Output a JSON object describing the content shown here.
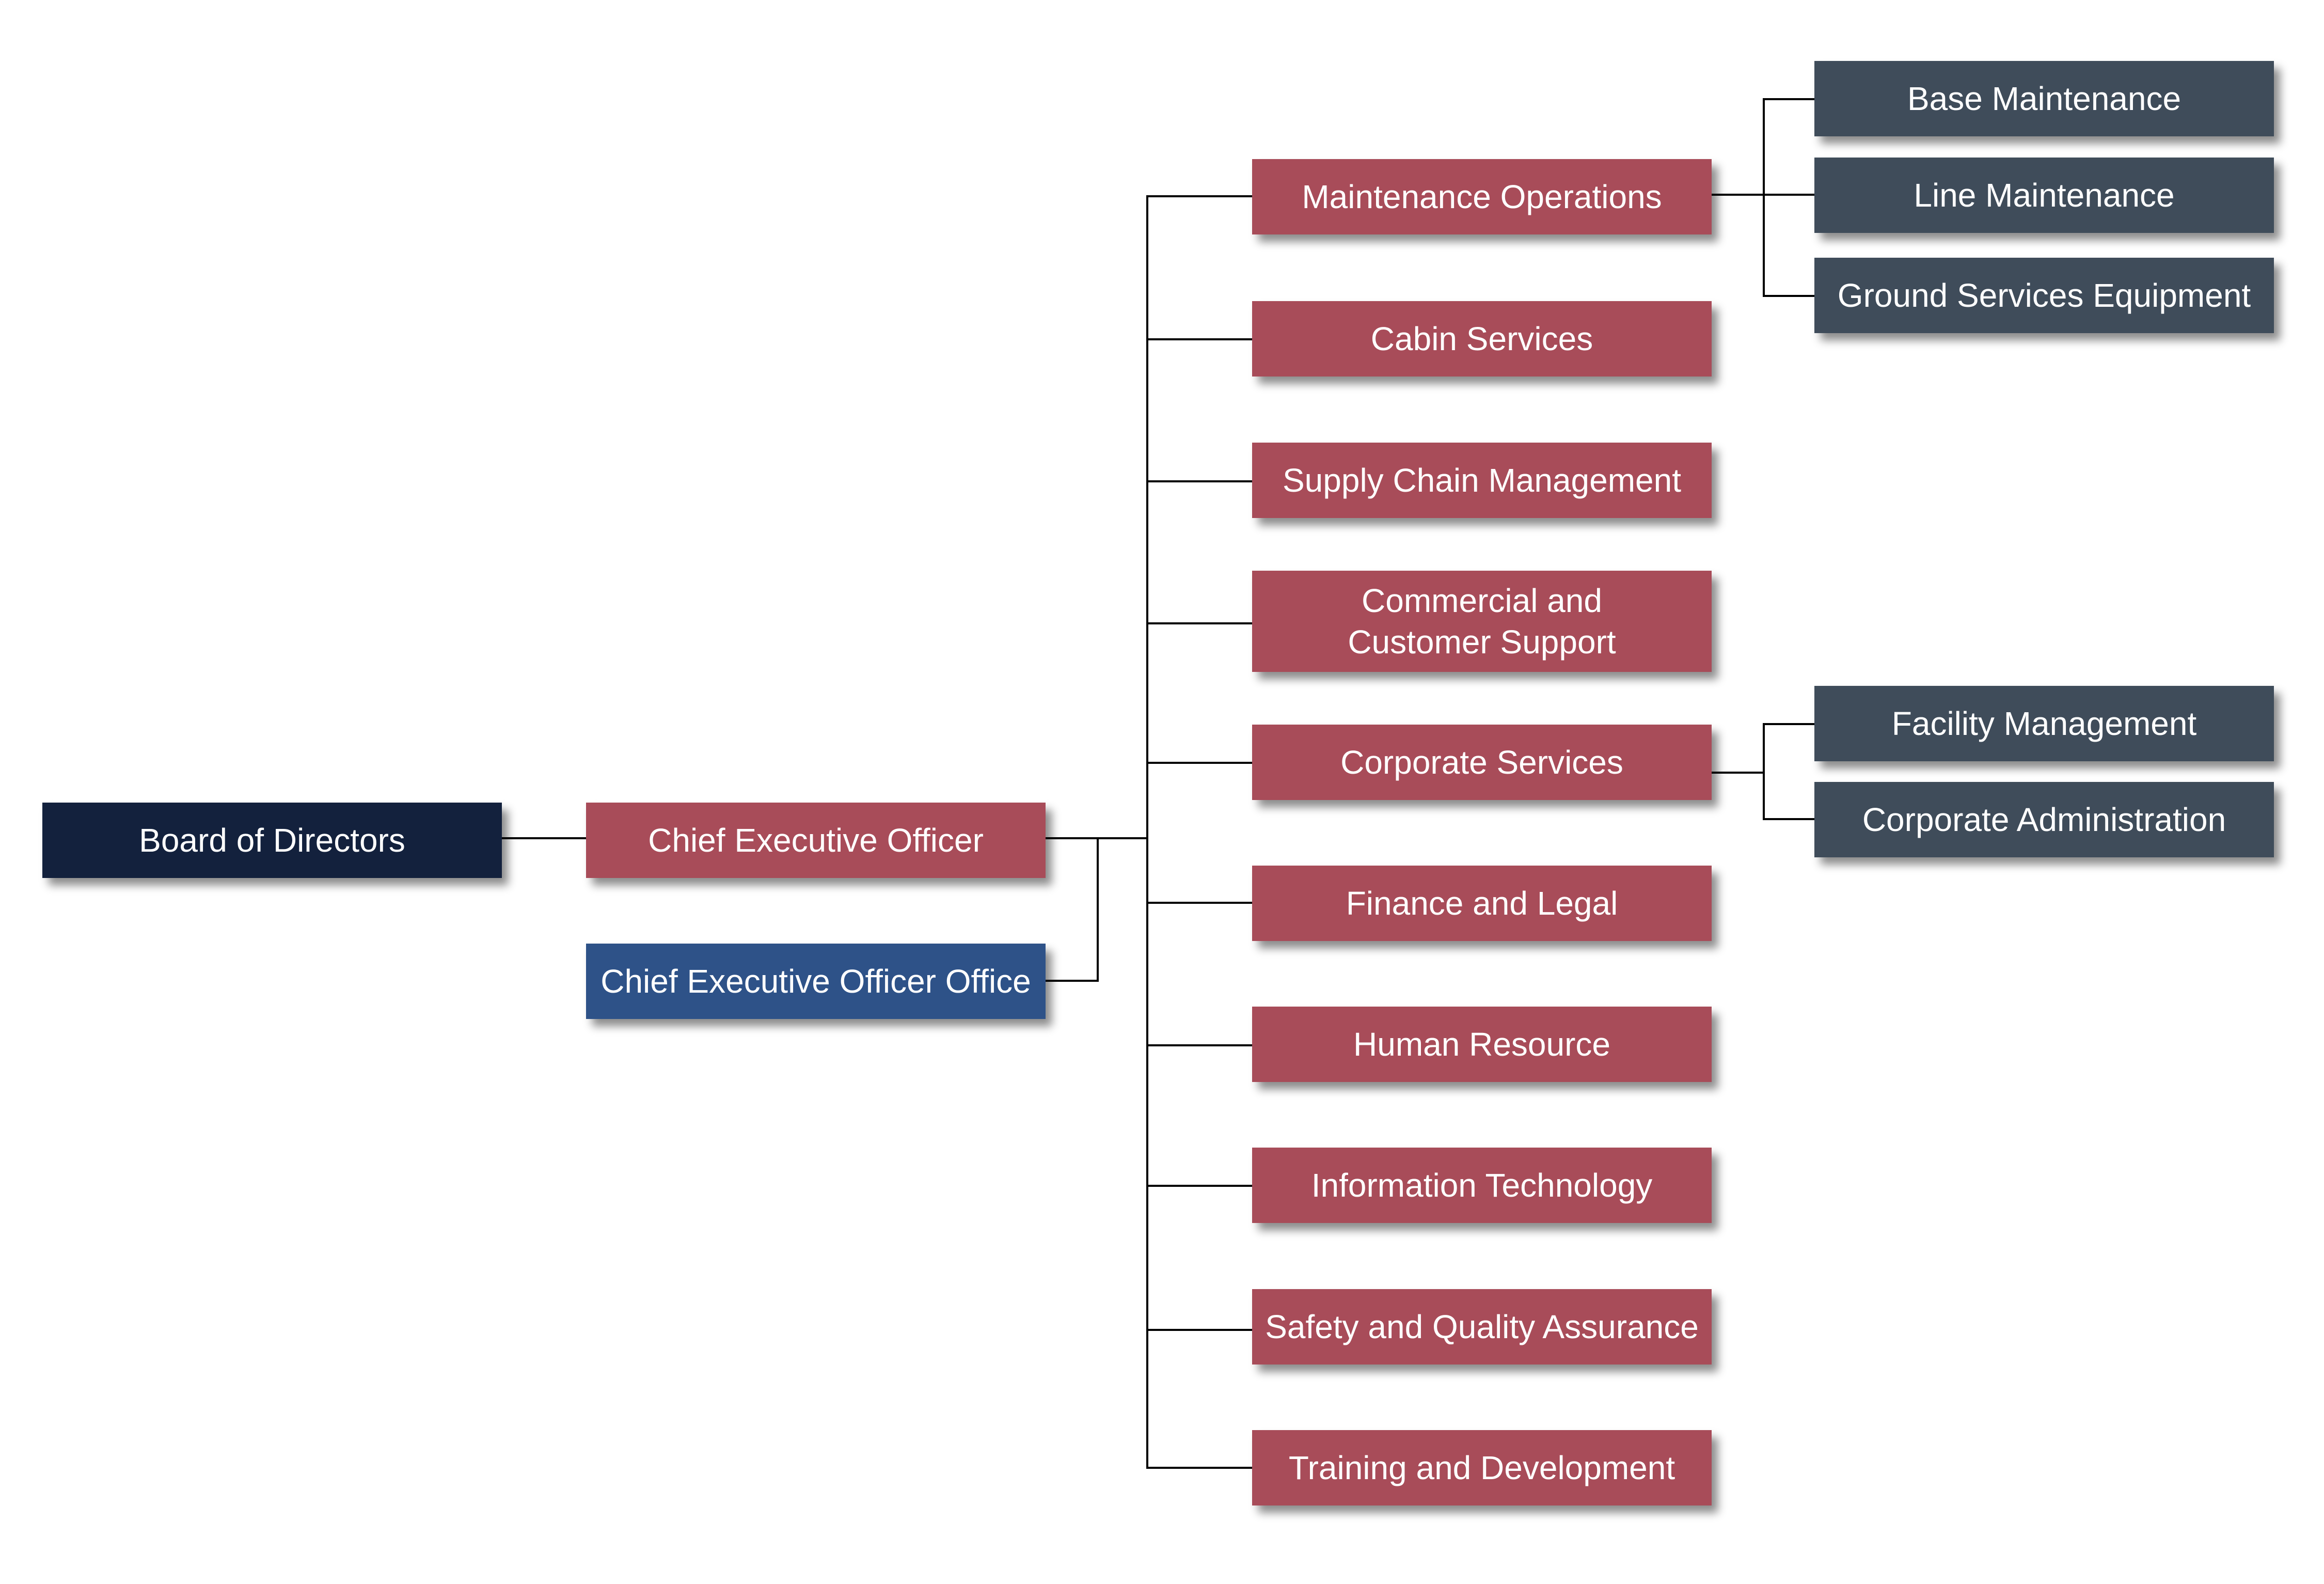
{
  "colors": {
    "root": "#13213d",
    "executive": "#a84c59",
    "office": "#2e5288",
    "department": "#a84c59",
    "unit": "#3f4c5a",
    "text": "#ffffff",
    "connector": "#000000"
  },
  "nodes": {
    "board": "Board of Directors",
    "ceo": "Chief Executive Officer",
    "ceo_office": "Chief Executive Officer Office",
    "departments": [
      "Maintenance Operations",
      "Cabin Services",
      "Supply Chain Management",
      "Commercial and\nCustomer Support",
      "Corporate Services",
      "Finance and Legal",
      "Human Resource",
      "Information Technology",
      "Safety and Quality Assurance",
      "Training and Development"
    ],
    "maintenance_units": [
      "Base Maintenance",
      "Line Maintenance",
      "Ground Services Equipment"
    ],
    "corporate_units": [
      "Facility Management",
      "Corporate Administration"
    ]
  }
}
